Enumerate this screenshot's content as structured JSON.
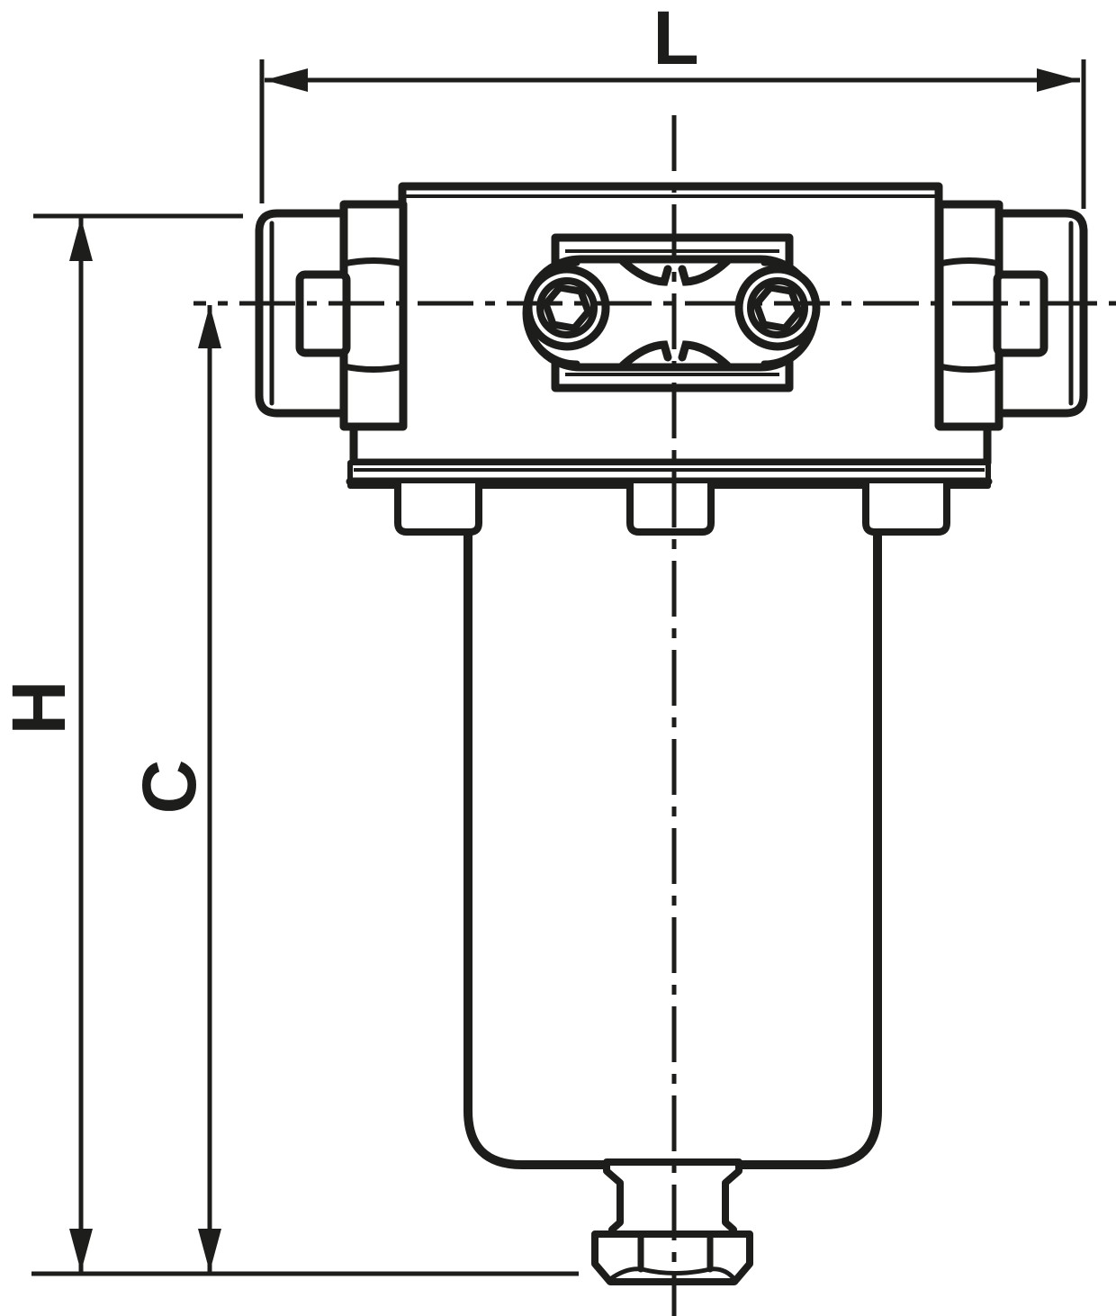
{
  "colors": {
    "line": "#1d1d1b",
    "background": "#ffffff"
  },
  "dimensions": {
    "length": {
      "label": "L"
    },
    "overall_height": {
      "label": "H"
    },
    "bowl_height": {
      "label": "C"
    }
  }
}
